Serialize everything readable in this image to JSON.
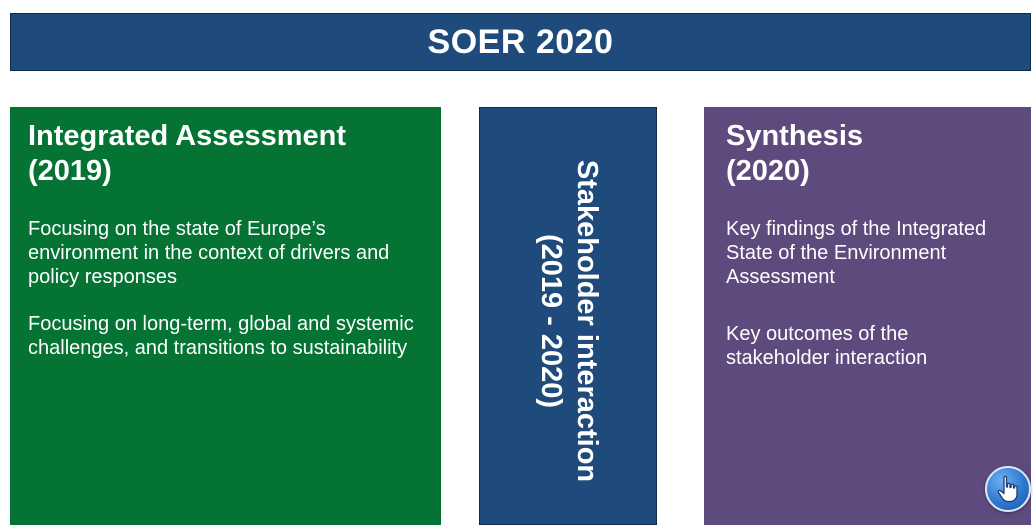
{
  "banner": {
    "title": "SOER 2020",
    "color": "#1f4a7c"
  },
  "integrated_assessment": {
    "title_line1": "Integrated Assessment",
    "title_line2": "(2019)",
    "paragraph1": "Focusing on the state of Europe’s environment in the context of drivers and policy responses",
    "paragraph2": "Focusing on long-term, global and systemic challenges, and transitions to sustainability",
    "color": "#047333"
  },
  "stakeholder_interaction": {
    "title_line1": "Stakeholder interaction",
    "title_line2": "(2019 - 2020)",
    "color": "#1f4a7c"
  },
  "synthesis": {
    "title_line1": "Synthesis",
    "title_line2": "(2020)",
    "paragraph1": "Key findings of the Integrated State of the Environment Assessment",
    "paragraph2": "Key outcomes of the stakeholder interaction",
    "color": "#5e4a7d"
  },
  "icons": {
    "pointer_button": "hand-pointer-icon"
  }
}
